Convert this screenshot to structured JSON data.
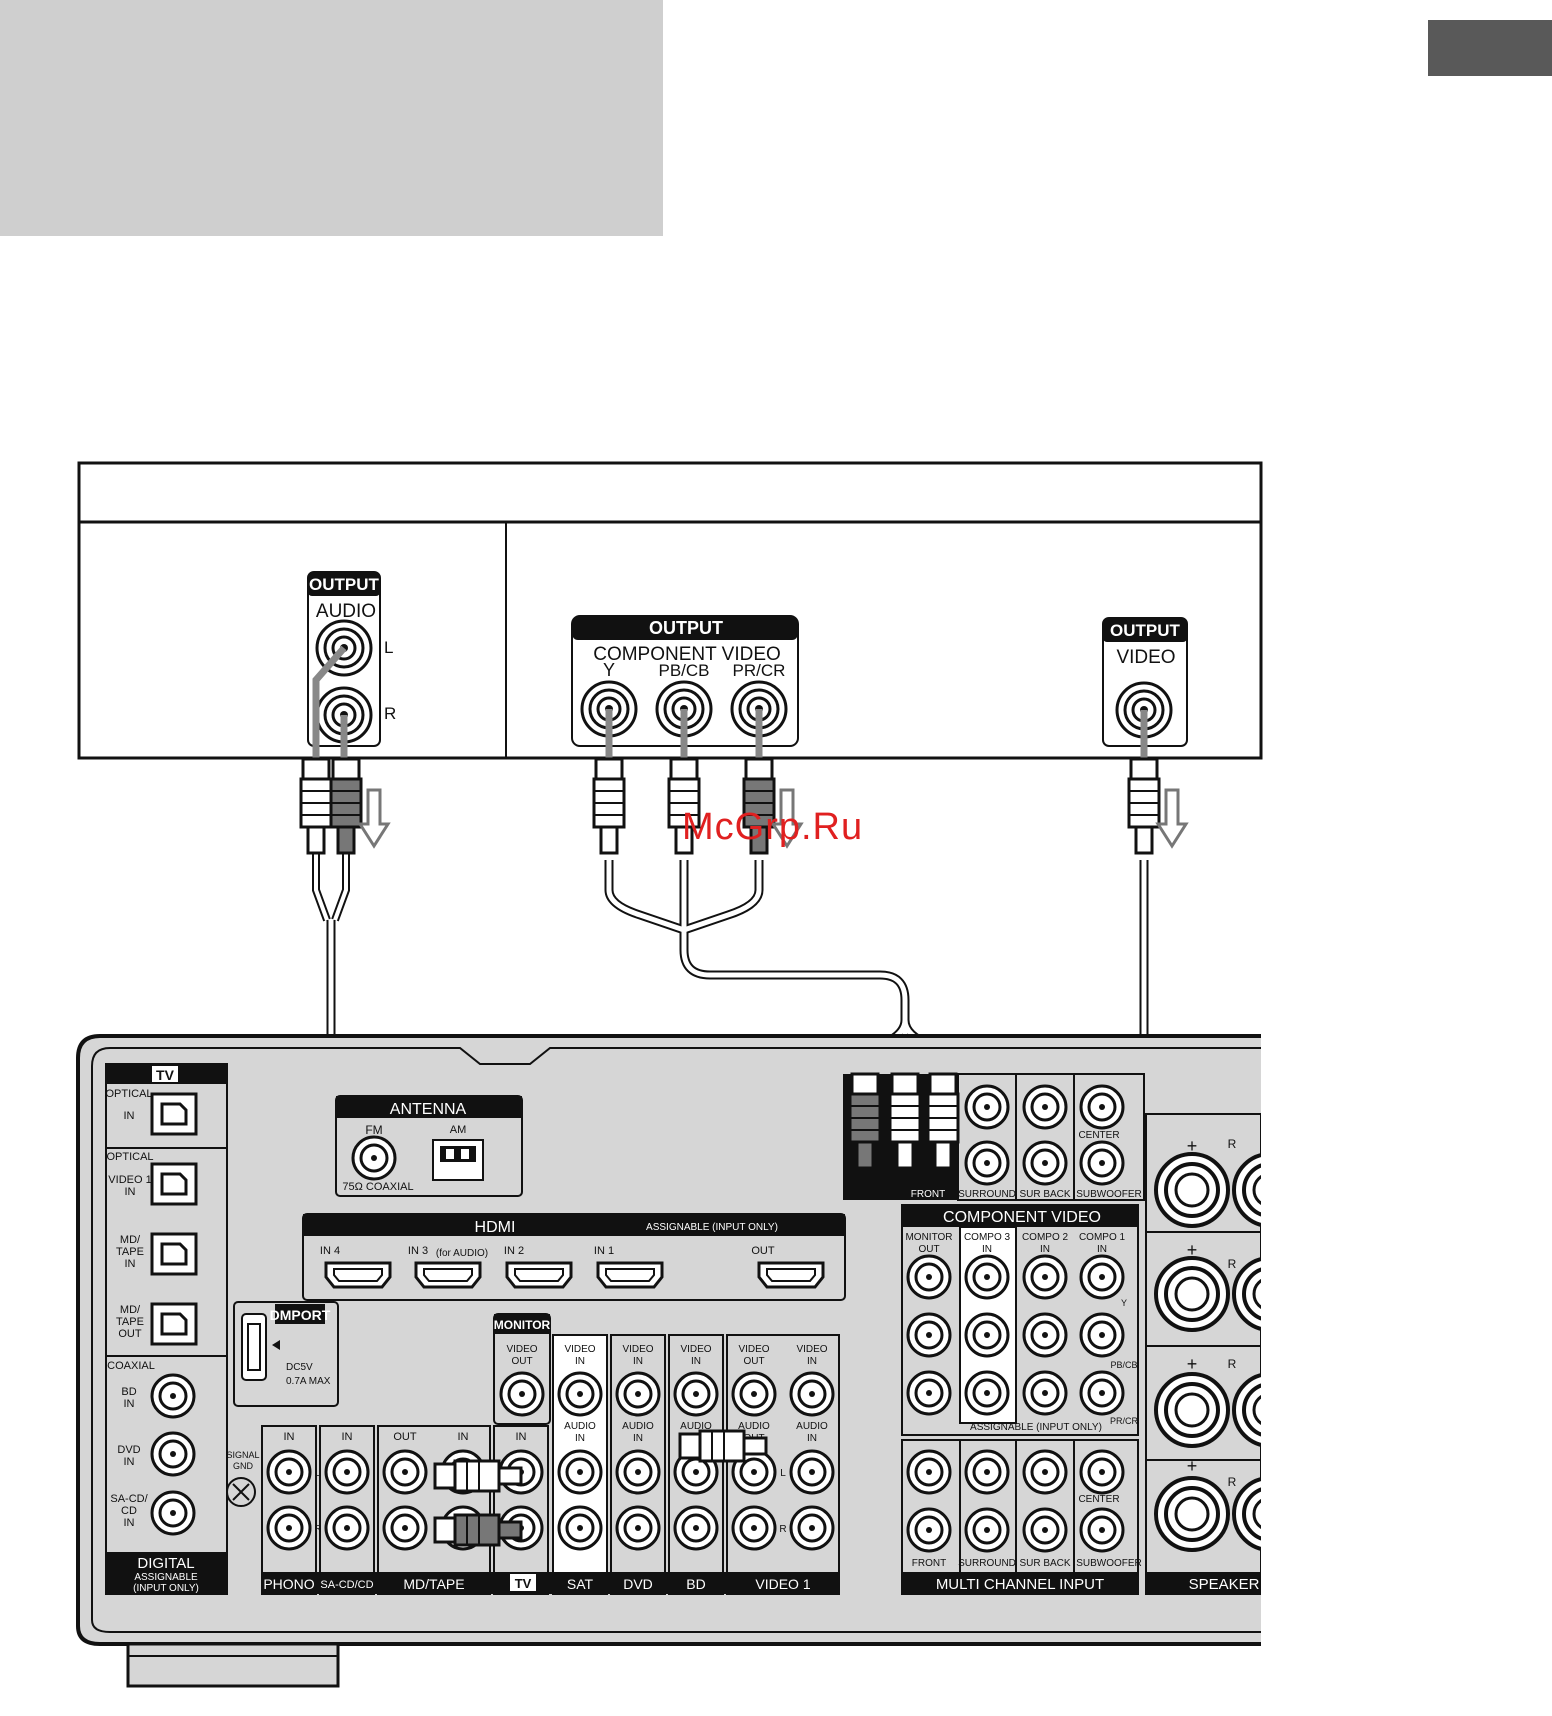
{
  "source_device": {
    "audio_panel": {
      "tag": "OUTPUT",
      "title": "AUDIO",
      "left": "L",
      "right": "R"
    },
    "component_panel": {
      "tag": "OUTPUT",
      "title": "COMPONENT VIDEO",
      "y": "Y",
      "pb": "PB/CB",
      "pr": "PR/CR"
    },
    "video_panel": {
      "tag": "OUTPUT",
      "title": "VIDEO"
    }
  },
  "watermark": "McGrp.Ru",
  "receiver": {
    "tv_box": {
      "tag": "TV",
      "optical": "OPTICAL",
      "in": "IN"
    },
    "optical_group": {
      "title": "OPTICAL",
      "video1": "VIDEO 1",
      "in": "IN",
      "md_tape_in_1": "MD/",
      "md_tape_in_2": "TAPE",
      "md_tape_out_1": "MD/",
      "md_tape_out_2": "TAPE",
      "out": "OUT"
    },
    "coaxial": {
      "title": "COAXIAL",
      "bd": "BD",
      "dvd": "DVD",
      "sacd_1": "SA-CD/",
      "sacd_2": "CD",
      "in": "IN"
    },
    "digital": {
      "title": "DIGITAL",
      "sub1": "ASSIGNABLE",
      "sub2": "(INPUT ONLY)"
    },
    "antenna": {
      "title": "ANTENNA",
      "fm": "FM",
      "am": "AM",
      "coax": "75Ω COAXIAL"
    },
    "hdmi": {
      "title": "HDMI",
      "assignable": "ASSIGNABLE (INPUT ONLY)",
      "in4": "IN 4",
      "in3": "IN 3",
      "in3_note": "(for AUDIO)",
      "in2": "IN 2",
      "in1": "IN 1",
      "out": "OUT"
    },
    "dmport": {
      "title": "DMPORT",
      "power": "DC5V",
      "current": "0.7A MAX"
    },
    "monitor": {
      "title": "MONITOR",
      "video_out_1": "VIDEO",
      "video_out_2": "OUT"
    },
    "signal_gnd": {
      "line1": "SIGNAL",
      "line2": "GND"
    },
    "component_video": {
      "title": "COMPONENT VIDEO",
      "monitor_out_1": "MONITOR",
      "monitor_out_2": "OUT",
      "compo3": "COMPO 3",
      "compo2": "COMPO 2",
      "compo1": "COMPO 1",
      "in": "IN",
      "y": "Y",
      "pb": "PB/CB",
      "pr": "PR/CR",
      "assignable": "ASSIGNABLE (INPUT ONLY)"
    },
    "top_right_jacks": {
      "front": "FRONT",
      "surround": "SURROUND",
      "sur_back": "SUR BACK",
      "subwoofer": "SUBWOOFER",
      "center": "CENTER"
    },
    "multi_channel": {
      "title": "MULTI CHANNEL INPUT",
      "front": "FRONT",
      "surround": "SURROUND",
      "sur_back": "SUR BACK",
      "subwoofer": "SUBWOOFER",
      "center": "CENTER"
    },
    "audio_inputs": {
      "in": "IN",
      "out": "OUT",
      "l": "L",
      "r": "R",
      "video_in_1": "VIDEO",
      "video_in_2": "IN",
      "video_out_1": "VIDEO",
      "video_out_2": "OUT",
      "audio_in_1": "AUDIO",
      "audio_in_2": "IN",
      "audio_out_1": "AUDIO",
      "audio_out_2": "OUT",
      "phono": "PHONO",
      "sacd": "SA-CD/CD",
      "md_tape": "MD/TAPE",
      "tv": "TV",
      "sat": "SAT",
      "dvd": "DVD",
      "bd": "BD",
      "video1": "VIDEO 1"
    },
    "speakers": {
      "title": "SPEAKER",
      "plus": "+",
      "r": "R"
    }
  }
}
